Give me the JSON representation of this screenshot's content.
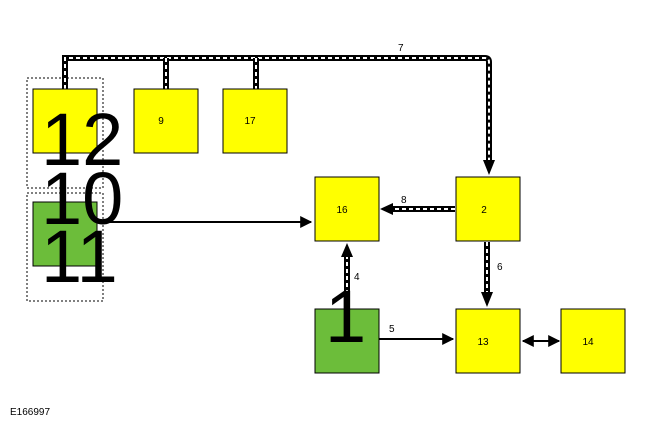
{
  "diagram": {
    "boxes": {
      "b12": {
        "label": "",
        "color": "#ffff00"
      },
      "b9": {
        "label": "9",
        "color": "#ffff00"
      },
      "b17": {
        "label": "17",
        "color": "#ffff00"
      },
      "b11": {
        "label": "",
        "color": "#6cbd3a"
      },
      "b16": {
        "label": "16",
        "color": "#ffff00"
      },
      "b2": {
        "label": "2",
        "color": "#ffff00"
      },
      "b1": {
        "label": "",
        "color": "#6cbd3a"
      },
      "b13": {
        "label": "13",
        "color": "#ffff00"
      },
      "b14": {
        "label": "14",
        "color": "#ffff00"
      }
    },
    "big_labels": {
      "n12": "12",
      "n10": "10",
      "n11": "11",
      "n1": "1"
    },
    "connection_labels": {
      "c7": "7",
      "c8": "8",
      "c6": "6",
      "c4": "4",
      "c5": "5"
    },
    "reference": "E166997"
  }
}
